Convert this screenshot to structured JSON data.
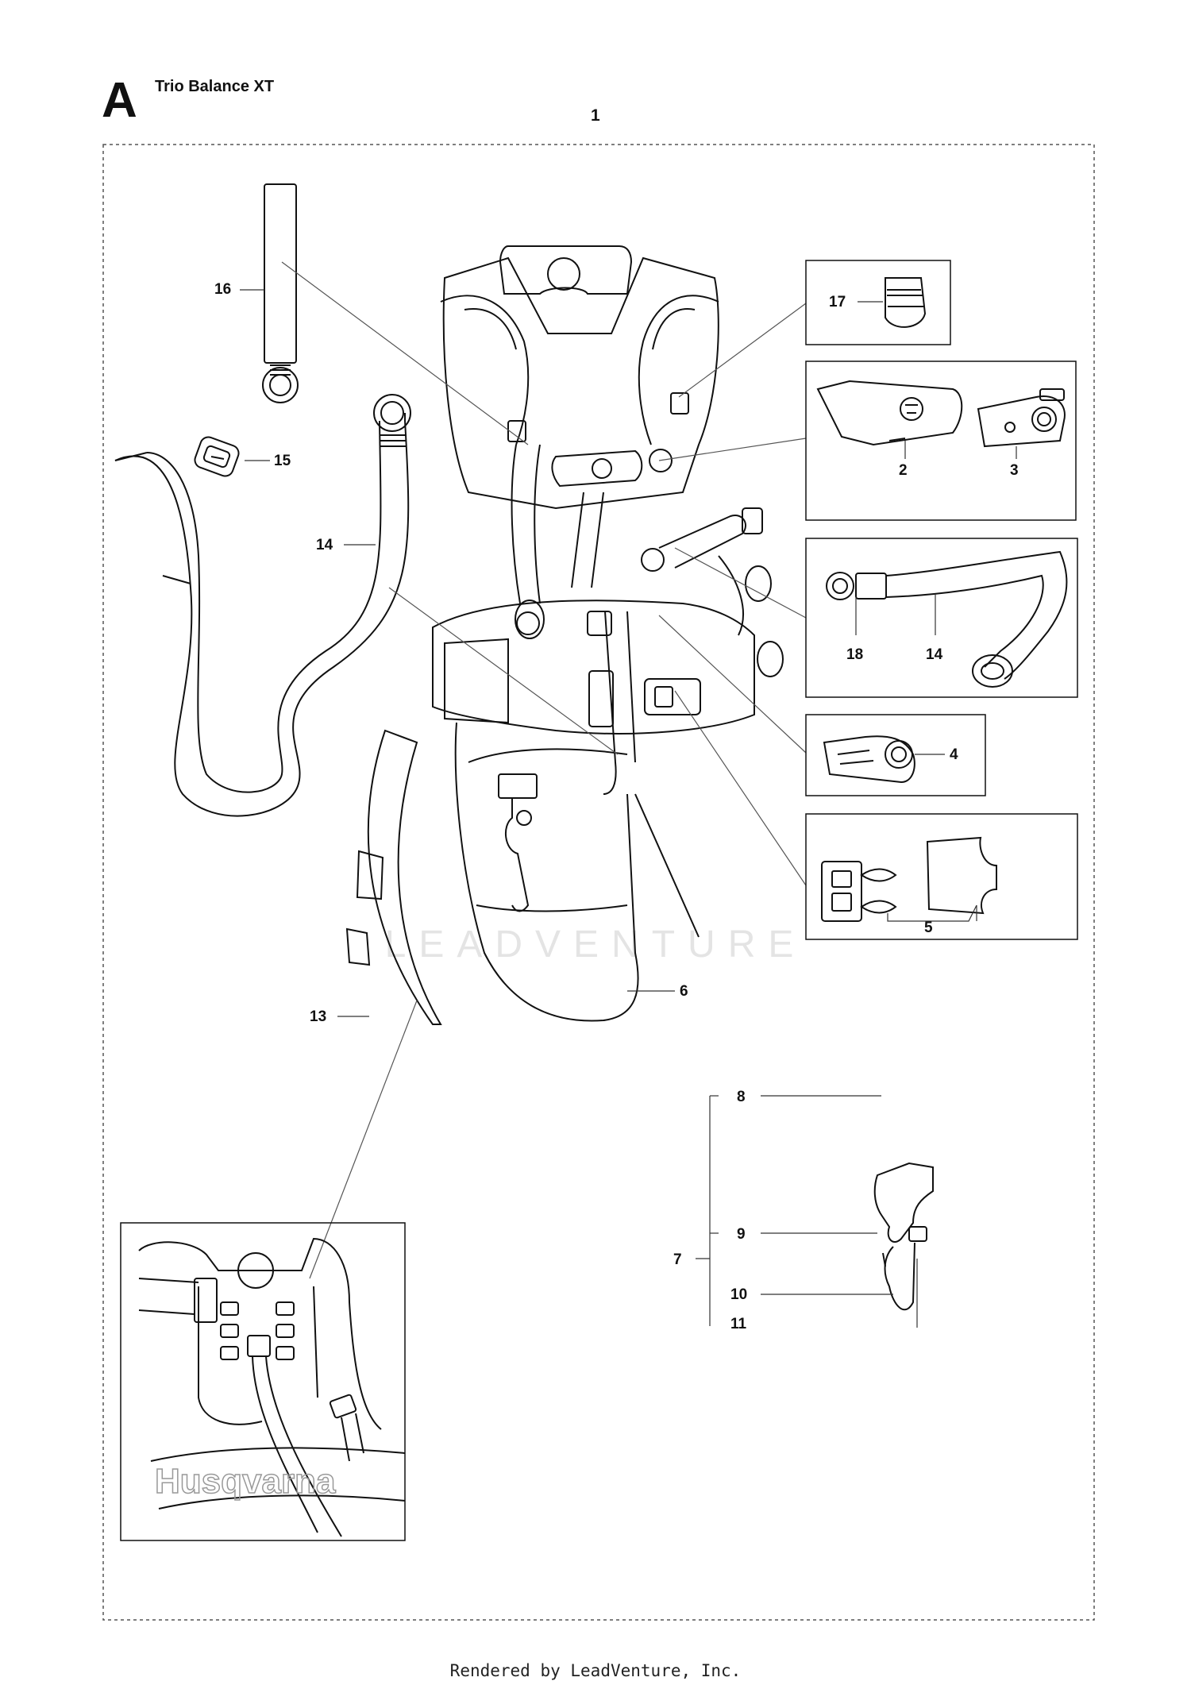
{
  "header": {
    "section_letter": "A",
    "title": "Trio Balance XT",
    "top_part_number": "1"
  },
  "callouts": {
    "n2": "2",
    "n3": "3",
    "n4": "4",
    "n5": "5",
    "n6": "6",
    "n7": "7",
    "n8": "8",
    "n9": "9",
    "n10": "10",
    "n11": "11",
    "n13": "13",
    "n14a": "14",
    "n14b": "14",
    "n15": "15",
    "n16": "16",
    "n17": "17",
    "n18": "18"
  },
  "watermark": "LEADVENTURE",
  "brand_print": "Husqvarna",
  "footer": "Rendered by LeadVenture, Inc."
}
